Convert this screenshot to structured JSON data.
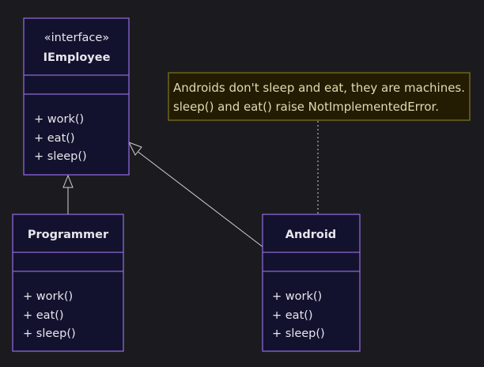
{
  "classes": {
    "iemployee": {
      "stereotype": "«interface»",
      "name": "IEmployee",
      "methods": [
        "+ work()",
        "+ eat()",
        "+ sleep()"
      ]
    },
    "programmer": {
      "name": "Programmer",
      "methods": [
        "+ work()",
        "+ eat()",
        "+ sleep()"
      ]
    },
    "android": {
      "name": "Android",
      "methods": [
        "+ work()",
        "+ eat()",
        "+ sleep()"
      ]
    }
  },
  "note": {
    "lines": [
      "Androids don't sleep and eat, they are machines.",
      "sleep() and eat() raise NotImplementedError."
    ]
  },
  "colors": {
    "background": "#1b1b1f",
    "class_fill": "#13122e",
    "class_border": "#8d67d8",
    "note_fill": "#231c03",
    "note_border": "#827817",
    "text": "#e6e6ee"
  }
}
